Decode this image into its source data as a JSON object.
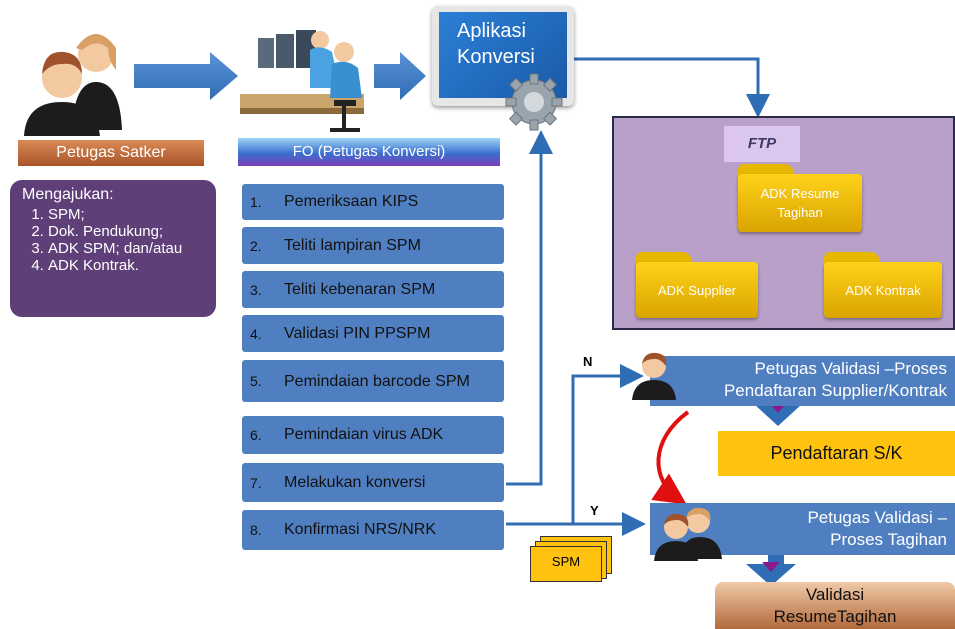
{
  "satker": {
    "label": "Petugas Satker",
    "request_title": "Mengajukan:",
    "request_items": [
      "SPM;",
      "Dok. Pendukung;",
      "ADK SPM; dan/atau",
      "ADK Kontrak."
    ]
  },
  "fo": {
    "label": "FO (Petugas Konversi)",
    "steps": [
      {
        "num": "1.",
        "label": "Pemeriksaan  KIPS"
      },
      {
        "num": "2.",
        "label": "Teliti lampiran SPM"
      },
      {
        "num": "3.",
        "label": "Teliti kebenaran SPM"
      },
      {
        "num": "4.",
        "label": "Validasi PIN PPSPM"
      },
      {
        "num": "5.",
        "label": "Pemindaian barcode SPM"
      },
      {
        "num": "6.",
        "label": "Pemindaian virus ADK"
      },
      {
        "num": "7.",
        "label": "Melakukan konversi"
      },
      {
        "num": "8.",
        "label": "Konfirmasi NRS/NRK"
      }
    ]
  },
  "app": {
    "line1": "Aplikasi",
    "line2": "Konversi"
  },
  "ftp": {
    "logo": "FTP",
    "folders": [
      {
        "label": "ADK Resume Tagihan"
      },
      {
        "label": "ADK Supplier"
      },
      {
        "label": "ADK Kontrak"
      }
    ]
  },
  "branches": {
    "no": "N",
    "yes": "Y"
  },
  "spm_doc": "SPM",
  "validation": {
    "supplier": {
      "line1": "Petugas Validasi –Proses",
      "line2": "Pendaftaran Supplier/Kontrak"
    },
    "registration": "Pendaftaran S/K",
    "tagihan": {
      "line1": "Petugas Validasi –",
      "line2": "Proses Tagihan"
    },
    "result": {
      "line1": "Validasi",
      "line2": "ResumeTagihan"
    }
  },
  "colors": {
    "step_blue": "#4f7fc0",
    "list_purple": "#5e3f78",
    "ftp_panel": "#b9a0c8",
    "folder_yellow": "#ffc20e",
    "arrow_blue": "#2f6db5",
    "satker_brown": "#c06a3a",
    "result_brown": "#b26a3c"
  }
}
